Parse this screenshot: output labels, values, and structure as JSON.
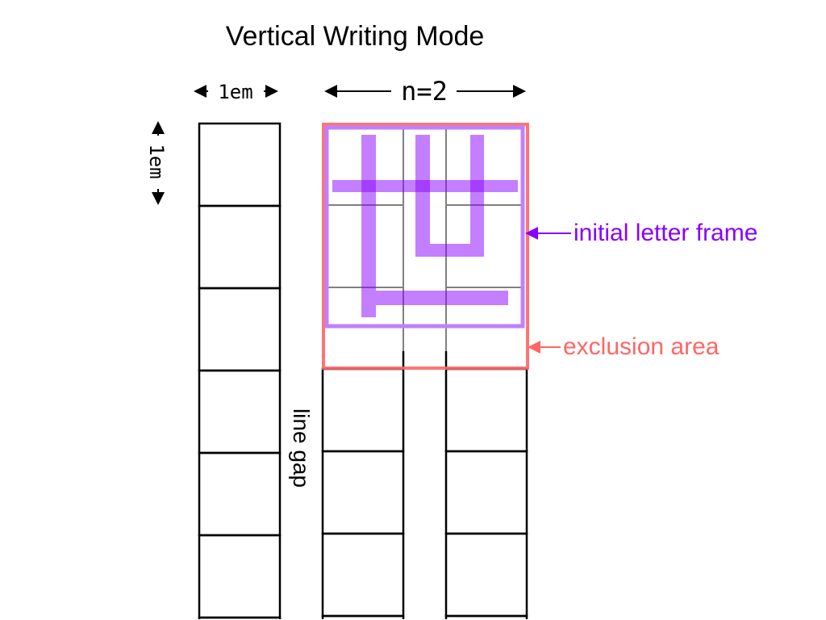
{
  "title": "Vertical Writing Mode",
  "labels": {
    "width_1em": "1em",
    "height_1em": "1em",
    "n": "n=2",
    "line_gap": "line gap",
    "initial_letter_frame": "initial letter frame",
    "exclusion_area": "exclusion area",
    "glyph": "世"
  },
  "colors": {
    "frame": "#8800ff",
    "frame_fill": "#bf80ff",
    "exclusion": "#ff6666"
  }
}
